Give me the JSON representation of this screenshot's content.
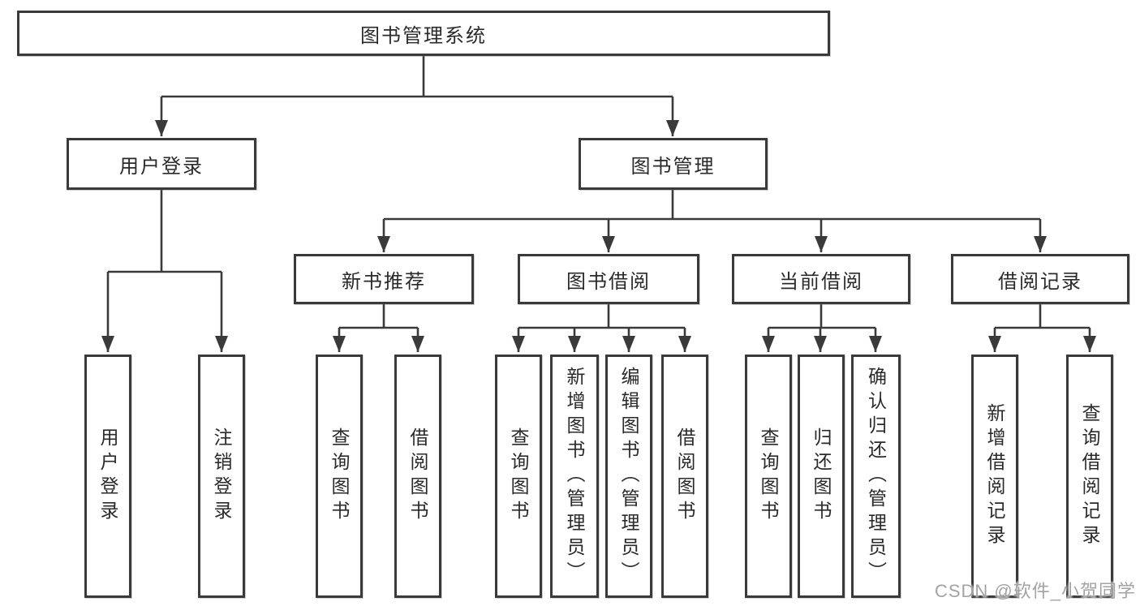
{
  "diagram": {
    "root": "图书管理系统",
    "user_login_branch": {
      "label": "用户登录",
      "children": [
        "用户登录",
        "注销登录"
      ]
    },
    "book_mgmt_branch": {
      "label": "图书管理",
      "sections": [
        {
          "label": "新书推荐",
          "children": [
            "查询图书",
            "借阅图书"
          ]
        },
        {
          "label": "图书借阅",
          "children": [
            "查询图书",
            "新增图书（管理员）",
            "编辑图书（管理员）",
            "借阅图书"
          ]
        },
        {
          "label": "当前借阅",
          "children": [
            "查询图书",
            "归还图书",
            "确认归还（管理员）"
          ]
        },
        {
          "label": "借阅记录",
          "children": [
            "新增借阅记录",
            "查询借阅记录"
          ]
        }
      ]
    }
  },
  "watermark": {
    "text": "CSDN @软件_小贺同学",
    "color": "#a3a3a3"
  },
  "colors": {
    "line": "#3a3a3a",
    "box_border": "#3a3a3a",
    "box_fill": "#ffffff",
    "text": "#2a2a2a"
  }
}
